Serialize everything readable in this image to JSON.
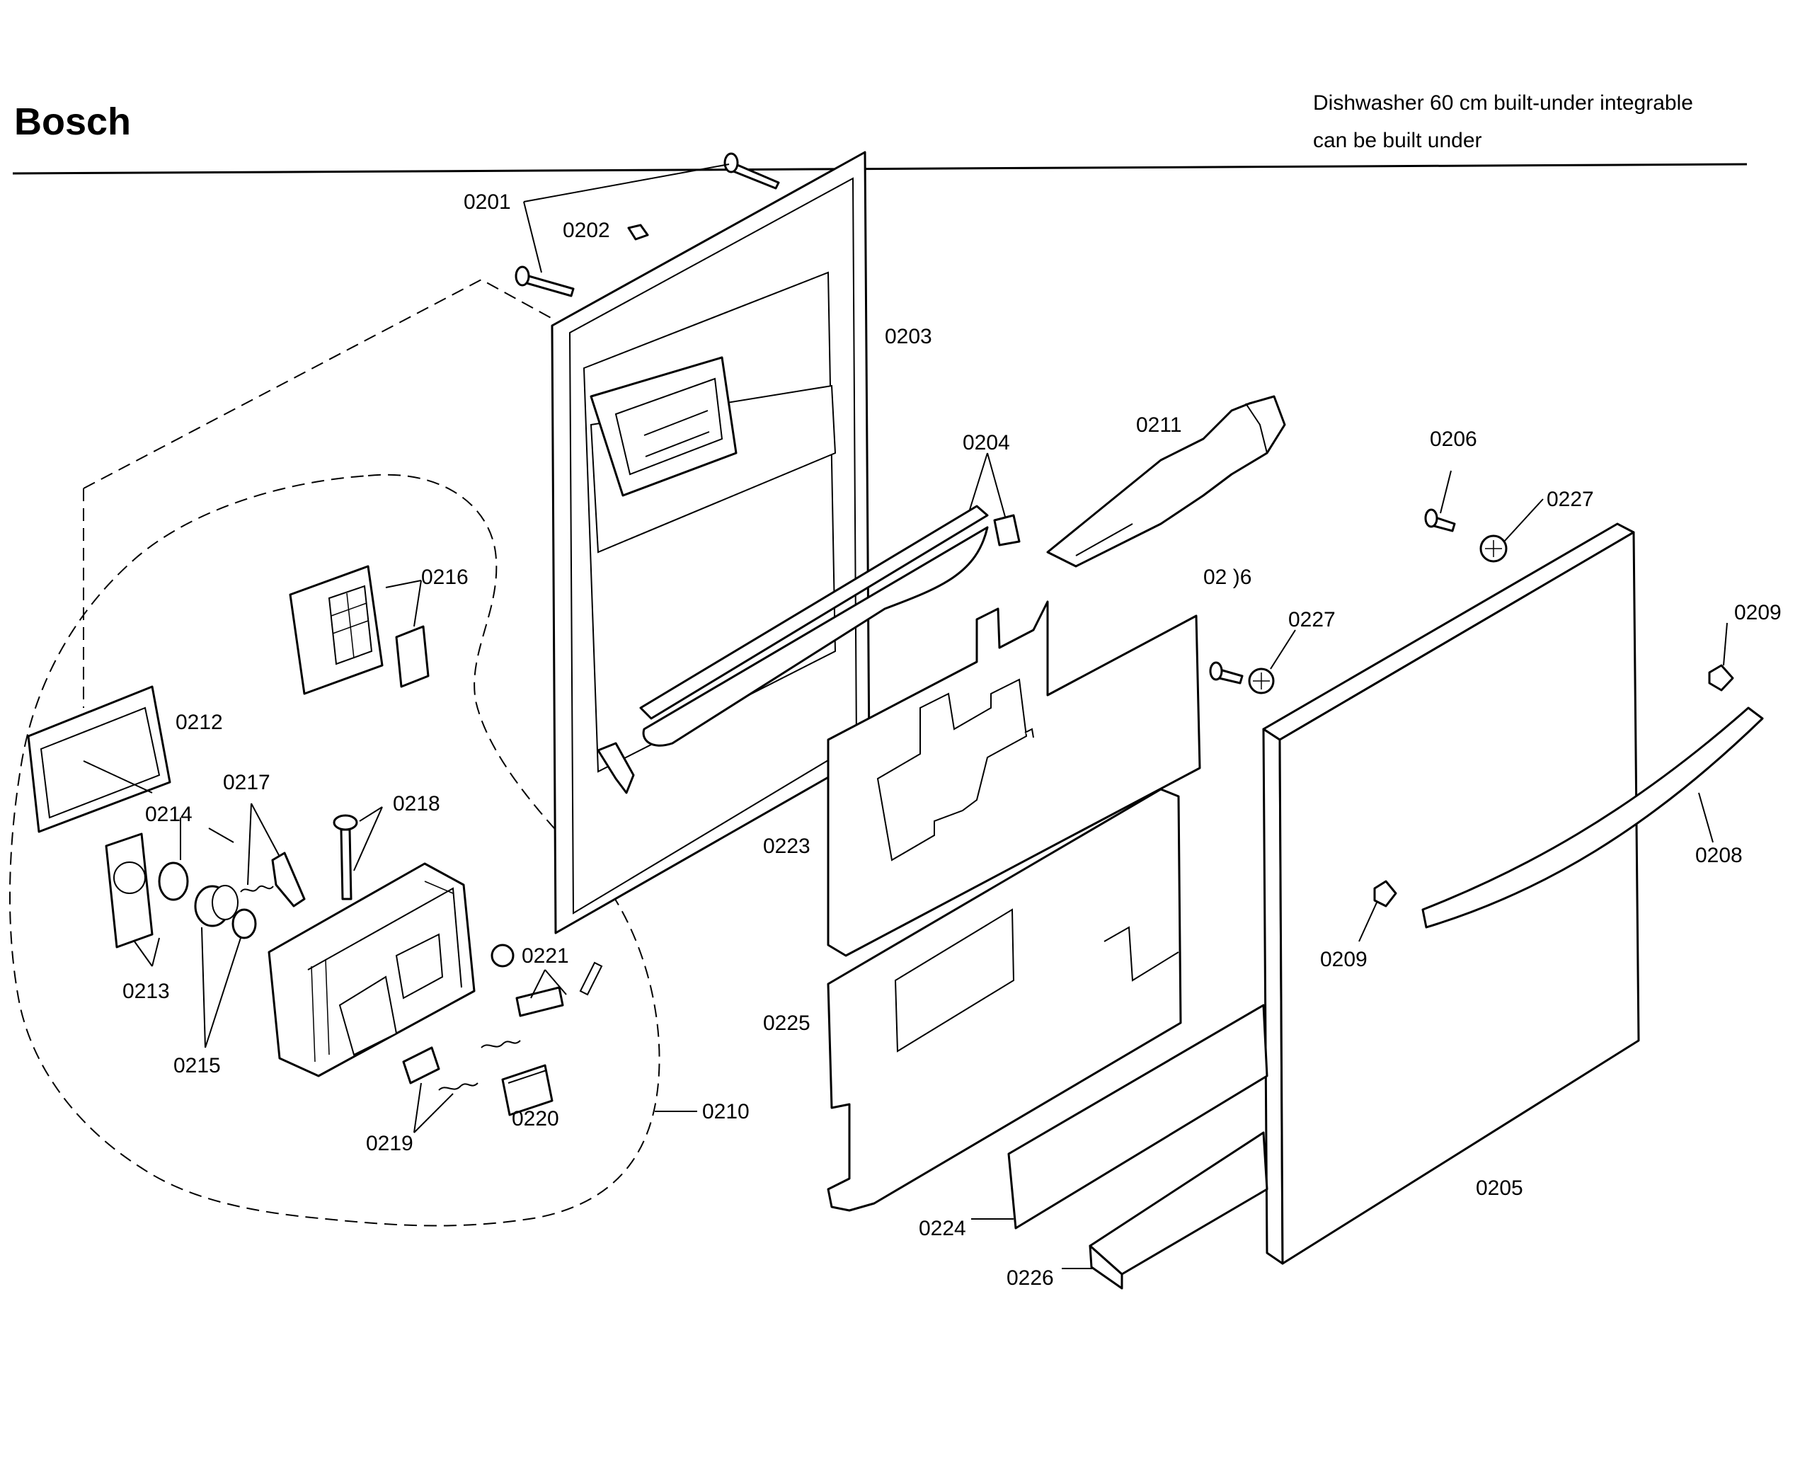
{
  "header": {
    "brand": "Bosch",
    "description_line1": "Dishwasher 60 cm built-under integrable",
    "description_line2": "can be built under"
  },
  "labels": {
    "p0201": "0201",
    "p0202": "0202",
    "p0203": "0203",
    "p0204": "0204",
    "p0205": "0205",
    "p0206a": "0206",
    "p0206b": "02 )6",
    "p0208": "0208",
    "p0209a": "0209",
    "p0209b": "0209",
    "p0210": "0210",
    "p0211": "0211",
    "p0212": "0212",
    "p0213": "0213",
    "p0214": "0214",
    "p0215": "0215",
    "p0216": "0216",
    "p0217": "0217",
    "p0218": "0218",
    "p0219": "0219",
    "p0220": "0220",
    "p0221": "0221",
    "p0223": "0223",
    "p0224": "0224",
    "p0225": "0225",
    "p0226": "0226",
    "p0227a": "0227",
    "p0227b": "0227"
  }
}
